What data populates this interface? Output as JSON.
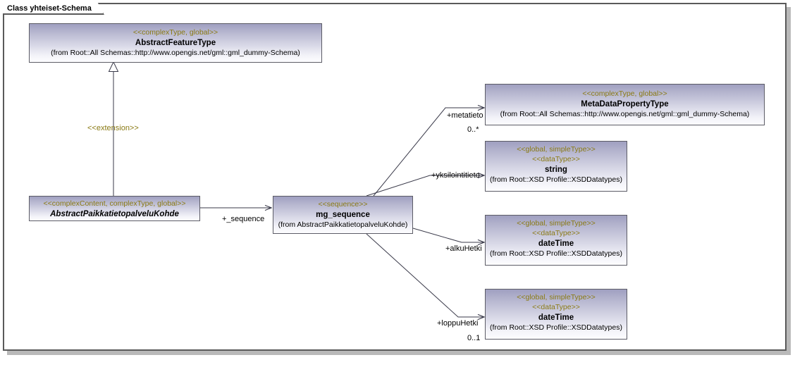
{
  "diagram": {
    "frame_title": "Class yhteiset-Schema",
    "kind": "uml-class-diagram"
  },
  "nodes": [
    {
      "id": "abstract-feature-type",
      "stereotype": "<<complexType, global>>",
      "name": "AbstractFeatureType",
      "from": "(from Root::All Schemas::http://www.opengis.net/gml::gml_dummy-Schema)",
      "italic": false
    },
    {
      "id": "abstract-paikkatietopalvelu-kohde",
      "stereotype": "<<complexContent, complexType, global>>",
      "name": "AbstractPaikkatietopalveluKohde",
      "from": "",
      "italic": true
    },
    {
      "id": "mg-sequence",
      "stereotype": "<<sequence>>",
      "name": "mg_sequence",
      "from": "(from AbstractPaikkatietopalveluKohde)",
      "italic": false
    },
    {
      "id": "metadata-property-type",
      "stereotype": "<<complexType, global>>",
      "name": "MetaDataPropertyType",
      "from": "(from Root::All Schemas::http://www.opengis.net/gml::gml_dummy-Schema)",
      "italic": false
    },
    {
      "id": "string-type",
      "stereotype": "<<global, simpleType>>",
      "stereotype2": "<<dataType>>",
      "name": "string",
      "from": "(from Root::XSD Profile::XSDDatatypes)",
      "italic": false
    },
    {
      "id": "datetime-type-alku",
      "stereotype": "<<global, simpleType>>",
      "stereotype2": "<<dataType>>",
      "name": "dateTime",
      "from": "(from Root::XSD Profile::XSDDatatypes)",
      "italic": false
    },
    {
      "id": "datetime-type-loppu",
      "stereotype": "<<global, simpleType>>",
      "stereotype2": "<<dataType>>",
      "name": "dateTime",
      "from": "(from Root::XSD Profile::XSDDatatypes)",
      "italic": false
    }
  ],
  "connectors": [
    {
      "id": "extension",
      "label": "<<extension>>",
      "multiplicity": ""
    },
    {
      "id": "sequence-role",
      "label": "+_sequence",
      "multiplicity": ""
    },
    {
      "id": "metatieto-role",
      "label": "+metatieto",
      "multiplicity": "0..*"
    },
    {
      "id": "yksilointitieto-role",
      "label": "+yksilointitieto",
      "multiplicity": ""
    },
    {
      "id": "alkuhetki-role",
      "label": "+alkuHetki",
      "multiplicity": ""
    },
    {
      "id": "loppuhetki-role",
      "label": "+loppuHetki",
      "multiplicity": "0..1"
    }
  ],
  "colors": {
    "node_border": "#5c5c66",
    "node_gradient_top": "#9f9fc0",
    "node_gradient_bottom": "#fdfdff",
    "stereotype_text": "#8a7a14",
    "frame_border": "#5a5a5a",
    "frame_shadow": "#b9b9b9",
    "connector_line": "#3a3a4a"
  }
}
